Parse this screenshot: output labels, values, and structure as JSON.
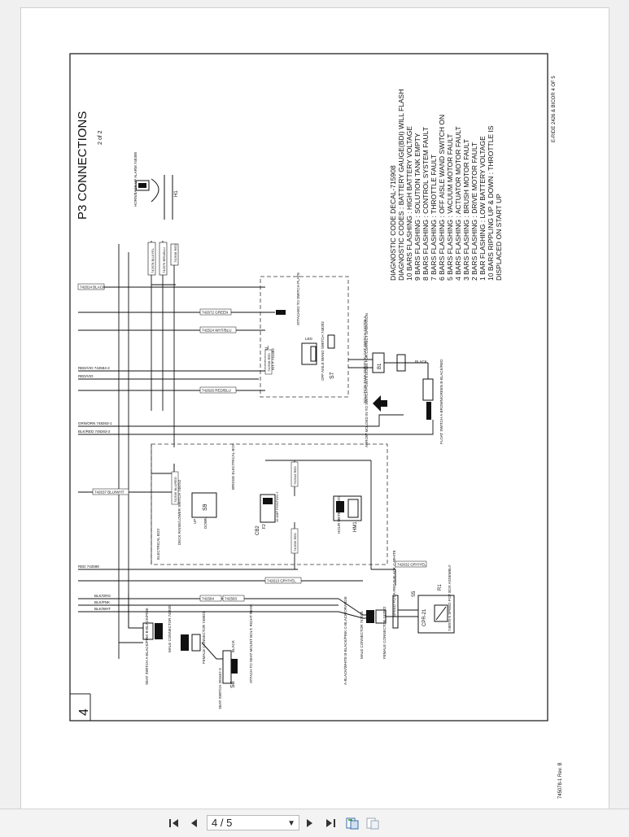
{
  "sheet": {
    "title": "P3 CONNECTIONS",
    "subtitle": "2 of 2",
    "sheet_number": "4",
    "doc_ref": "E-RIDE 2426 & BICOR 4 OF 5",
    "part_rev": "745078-1 Rev. B"
  },
  "diagnostics": {
    "heading": "DIAGNOSTIC CODE DECAL-715908",
    "lines": [
      "DIAGNOSTIC CODES : BATTERY GAUGE(BDI) WILL FLASH",
      "10 BARS FLASHING : HIGH BATTERY VOLTAGE",
      "9 BARS FLASHING  : SOLUTION TANK EMPTY",
      "8 BARS FLASHING  : CONTROL SYSTEM FAULT",
      "7 BARS FLASHING  : THROTTLE FAULT",
      "6 BARS FLASHING  : OFF AISLE WAND SWITCH ON",
      "5 BARS FLASHING  : VACUUM MOTOR FAULT",
      "4 BARS FLASHING  : ACTUATOR MOTOR FAULT",
      "3 BARS FLASHING  : BRUSH MOTOR FAULT",
      "2 BARS FLASHING  : DRIVE MOTOR FAULT",
      "1 BAR FLASHING   : LOW BATTERY VOLTAGE",
      "10 BARS RIPPLING UP & DOWN : THROTTLE IS",
      "DISPLACED ON START UP"
    ]
  },
  "wires": {
    "w1": "742814 BLACK",
    "w2": "742672 GREEN",
    "w3": "742524 WHT/BLU",
    "w4": "RED/VIO 742594-2",
    "w5": "RED/VIO",
    "w6": "742626 RED/BLU",
    "w7": "GRN/ORN 748263-1",
    "w8": "BLK/RED 748263-2",
    "w9": "742637 BLU/WHT",
    "w10": "RED 742598",
    "w11": "742613 GRY/YEL",
    "w12": "BLK/ORG",
    "w13": "BLK/PNK",
    "w14": "BLK/WHT",
    "w15": "742584",
    "w16": "742583",
    "w17": "742632 GRY/YEL",
    "w18": "BLACK",
    "w19": "742538 RED",
    "w20": "742536 BLU/RED",
    "w21": "742543 RED",
    "w22": "742635 RED"
  },
  "components": {
    "horn": "HORN/BACK UP ALARM 748300",
    "horn_tag": "H1",
    "horn_wire1": "742678 BLU/YEL",
    "horn_wire2": "742676 BRN/BLU",
    "horn_wire3": "742638 RED",
    "optional": "OPTIONAL",
    "kit": "KIT # 741482",
    "off_aisle": "OFF AISLE WAND SWITCH 748202",
    "off_aisle_tag": "S7",
    "led": "LED",
    "attached": "ATTACHED TO SWITCH PLATE",
    "tank_sw": "SOLUTION TANK EMPTY FLOAT SWITCH 742709-4",
    "tank_tag": "B1",
    "arrow_note": "ARROW MOLDED IN TO SWITCH POINTS DOWN FOR CORRECT OPERATION",
    "float_sw": "FLOAT SWITCH A-BROWN/GREEN B-BLACK/RED",
    "deck": "DECK RAISE/LOWER SWITCH 748752",
    "deck_tag": "S9",
    "up": "UP",
    "down": "DOWN",
    "bridge": "BRIDGE ELECTRICAL BOX",
    "electrical_box": "ELECTRICAL BOX",
    "cb2": "CB2",
    "f2": "F2",
    "cb_rating": "15 AMP POSITION 2",
    "hour": "HOUR METER 748072",
    "hour_tag": "HM1",
    "speed_pot": "SPEED POT A-RED B-BLACK C-WHITE",
    "s5": "S5",
    "cpr": "CPR-21",
    "r1": "R1",
    "pot_assy": "748975-5 SPEED POT BOX ASSEMBLY",
    "seat_sw": "SEAT SWITCH A-BLACK/PINK B-BLACK/PINK",
    "male_conn1": "MALE CONNECTOR 748020",
    "female_conn1": "FEMALE CONNECTOR 748021",
    "seat_switch": "SEAT SWITCH 281657-3",
    "seat_tag": "S8",
    "attach_seat": "ATTACH TO SEAT MOUNT BOLT, RIGHT REAR",
    "black": "BLACK",
    "pin_abc": "A-BLACK/WHITE B-BLACK/PINK C-BLACK/ORANGE",
    "male_conn2": "MALE CONNECTOR 747025",
    "female_conn2": "FEMALE CONNECTOR 747022"
  },
  "toolbar": {
    "page_value": "4 / 5"
  }
}
